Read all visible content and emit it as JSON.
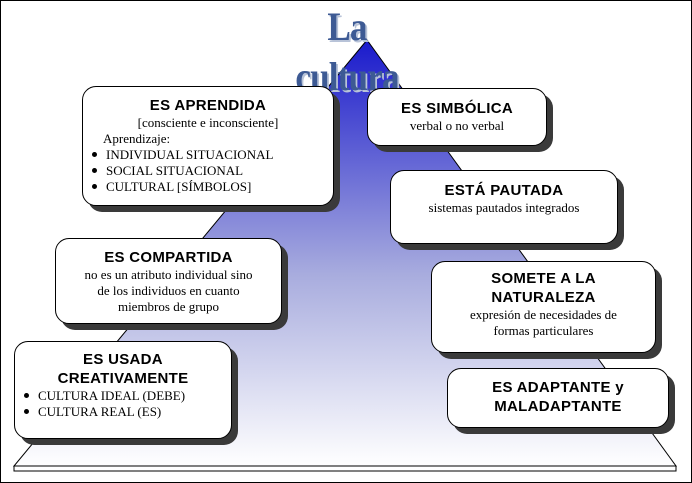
{
  "title": "La cultura",
  "boxes": {
    "aprendida": {
      "heading": "ES APRENDIDA",
      "sub": "[consciente e inconsciente]",
      "label": "Aprendizaje:",
      "items": [
        "INDIVIDUAL SITUACIONAL",
        "SOCIAL SITUACIONAL",
        "CULTURAL [SÍMBOLOS]"
      ]
    },
    "simbolica": {
      "heading": "ES SIMBÓLICA",
      "sub": "verbal o no verbal"
    },
    "pautada": {
      "heading": "ESTÁ PAUTADA",
      "sub": "sistemas pautados integrados"
    },
    "compartida": {
      "heading": "ES COMPARTIDA",
      "lines": [
        "no es un atributo individual sino",
        "de los individuos en cuanto",
        "miembros de grupo"
      ]
    },
    "naturaleza": {
      "heading_lines": [
        "SOMETE A LA",
        "NATURALEZA"
      ],
      "lines": [
        "expresión de necesidades de",
        "formas particulares"
      ]
    },
    "usada": {
      "heading_lines": [
        "ES USADA",
        "CREATIVAMENTE"
      ],
      "items": [
        "CULTURA IDEAL (DEBE)",
        "CULTURA REAL (ES)"
      ]
    },
    "adaptante": {
      "heading_lines": [
        "ES ADAPTANTE y",
        "MALADAPTANTE"
      ]
    }
  },
  "colors": {
    "pyramid_top": "#1a1acc",
    "pyramid_bottom": "#ffffff",
    "title": "#3d5a94",
    "shadow": "#3a3a3a"
  }
}
